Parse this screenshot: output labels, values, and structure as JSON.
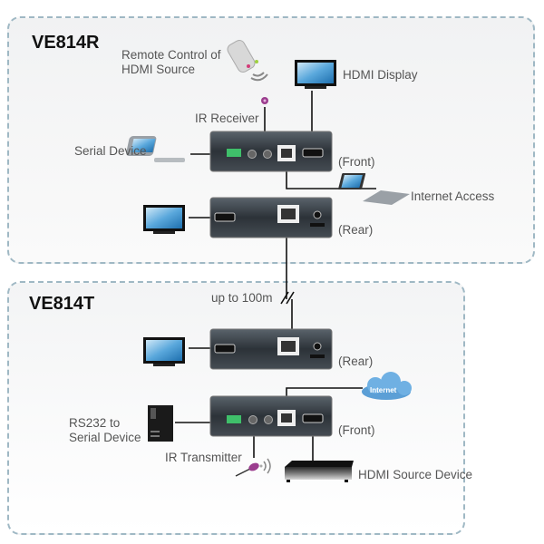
{
  "receiver": {
    "title": "VE814R",
    "labels": {
      "remote_control": "Remote Control of",
      "remote_control_2": "HDMI Source",
      "hdmi_display": "HDMI Display",
      "ir_receiver": "IR Receiver",
      "serial_device": "Serial Device",
      "front": "(Front)",
      "internet_access": "Internet Access",
      "rear": "(Rear)"
    }
  },
  "link": {
    "distance": "up to 100m"
  },
  "transmitter": {
    "title": "VE814T",
    "labels": {
      "rear": "(Rear)",
      "rs232_1": "RS232 to",
      "rs232_2": "Serial Device",
      "ir_transmitter": "IR Transmitter",
      "front": "(Front)",
      "hdmi_source": "HDMI Source Device",
      "cloud_text": "Internet"
    }
  },
  "colors": {
    "panel_border": "#9fb8c4",
    "device_body": "#3a4148",
    "terminal_green": "#3fbf6a",
    "ir_purple": "#9b3d8e",
    "cloud_blue": "#5b9fd6"
  }
}
